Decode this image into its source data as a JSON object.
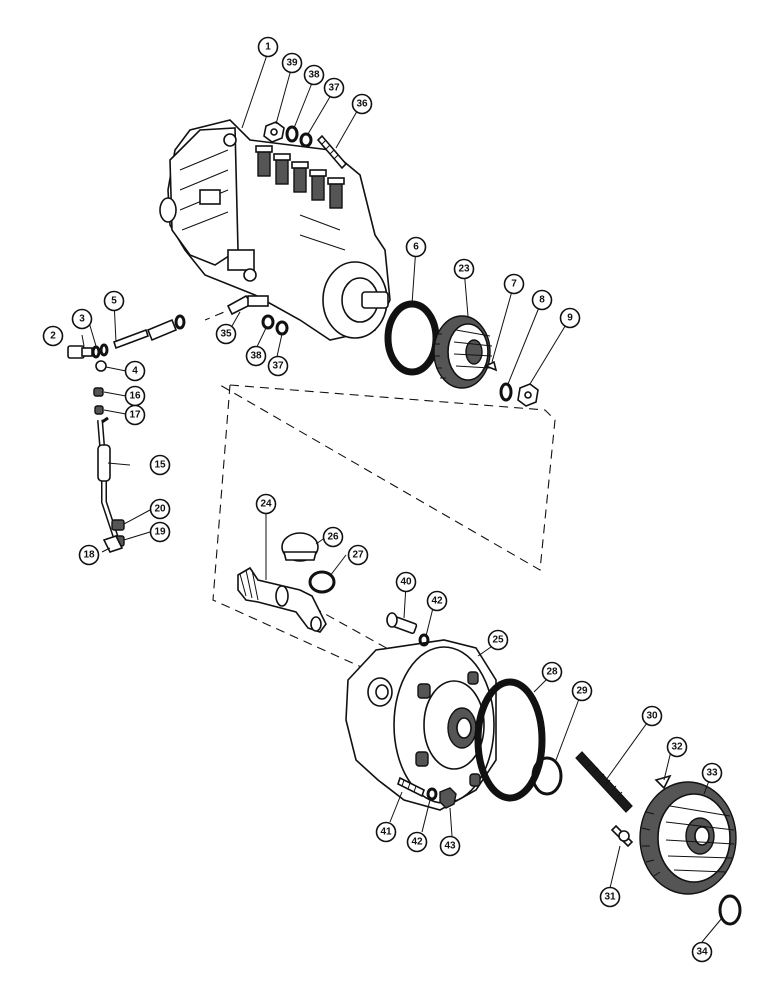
{
  "callouts": [
    "1",
    "2",
    "3",
    "4",
    "5",
    "6",
    "7",
    "8",
    "9",
    "15",
    "16",
    "17",
    "18",
    "19",
    "20",
    "23",
    "24",
    "25",
    "26",
    "27",
    "28",
    "29",
    "30",
    "31",
    "32",
    "33",
    "34",
    "35",
    "36",
    "37",
    "38",
    "39",
    "40",
    "41",
    "42",
    "43"
  ]
}
